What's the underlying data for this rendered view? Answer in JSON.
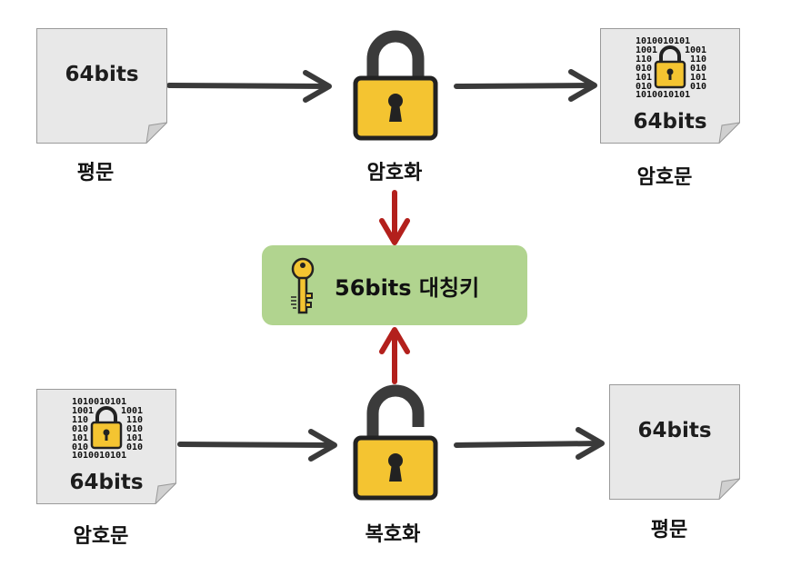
{
  "encryption_row": {
    "input_doc": {
      "text": "64bits",
      "caption": "평문"
    },
    "lock_caption": "암호화",
    "output_doc": {
      "text": "64bits",
      "caption": "암호문"
    }
  },
  "key": {
    "label": "56bits 대칭키"
  },
  "decryption_row": {
    "input_doc": {
      "text": "64bits",
      "caption": "암호문"
    },
    "lock_caption": "복호화",
    "output_doc": {
      "text": "64bits",
      "caption": "평문"
    }
  },
  "colors": {
    "doc_fill": "#e8e8e8",
    "flow_arrow": "#3a3a3a",
    "key_arrow": "#b3201c",
    "key_box": "#b1d48f",
    "lock_body": "#f4c431",
    "lock_shackle": "#3b3b3b"
  },
  "icons": [
    "document-icon",
    "locked-padlock-icon",
    "unlocked-padlock-icon",
    "binary-lock-icon",
    "key-icon"
  ]
}
